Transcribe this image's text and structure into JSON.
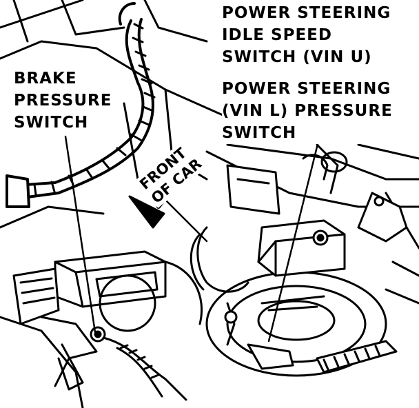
{
  "labels": {
    "brake_pressure_switch": [
      "BRAKE",
      "PRESSURE",
      "SWITCH"
    ],
    "ps_idle_speed_switch": [
      "POWER STEERING",
      "IDLE SPEED",
      "SWITCH (VIN U)"
    ],
    "ps_pressure_switch": [
      "POWER STEERING",
      "(VIN L) PRESSURE",
      "SWITCH"
    ],
    "front_of_car": [
      "FRONT",
      "OF CAR"
    ]
  },
  "colors": {
    "ink": "#000000",
    "paper": "#ffffff"
  }
}
